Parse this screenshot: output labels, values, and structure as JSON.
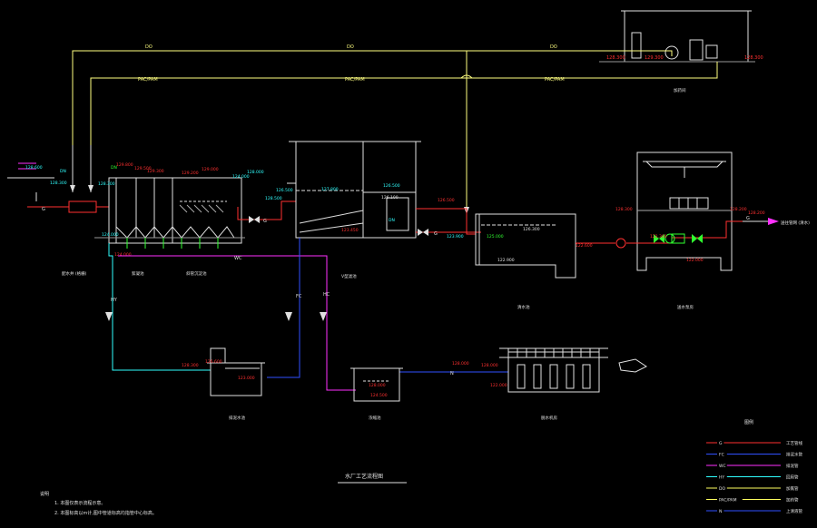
{
  "drawing": {
    "title": "水厂工艺流程图",
    "pipe_labels": {
      "do_top_left": "DO",
      "do_top_mid": "DO",
      "do_top_right": "DO",
      "pac_left": "PAC/PAM",
      "pac_mid": "PAC/PAM",
      "pac_right": "PAC/PAM",
      "g_inlet": "G",
      "g_mid1": "G",
      "g_mid2": "G",
      "g_out": "G",
      "wc": "WC",
      "hy": "HY",
      "fc": "FC",
      "hc": "HC",
      "n": "N"
    },
    "outlet_text": "送往管网 (清水)",
    "structure_labels": {
      "grid_well": "配水井 (格栅)",
      "floc_tank": "絮凝池",
      "sed_tank": "斜管沉淀池",
      "filter": "V型滤池",
      "clear_well": "清水池",
      "pump_house": "送水泵房",
      "dosing_room": "加药间",
      "sludge_pool": "排泥水池",
      "thickener": "浓缩池",
      "dewater": "脱水机房"
    },
    "notes_title": "说明",
    "notes": [
      "1. 本图仅表示流程示意。",
      "2. 本图标高以m计,图中管道标高均指管中心标高。"
    ],
    "legend_title": "图例",
    "legend": [
      {
        "code": "G",
        "name": "工艺管线",
        "color": "#ff3030"
      },
      {
        "code": "FC",
        "name": "排泥水管",
        "color": "#3050ff"
      },
      {
        "code": "WC",
        "name": "排泥管",
        "color": "#ff30ff"
      },
      {
        "code": "HY",
        "name": "回用管",
        "color": "#30ffff"
      },
      {
        "code": "DO",
        "name": "加氯管",
        "color": "#ffff60"
      },
      {
        "code": "PAC/PAM",
        "name": "加药管",
        "color": "#ffff60"
      },
      {
        "code": "N",
        "name": "上清液管",
        "color": "#3050ff"
      }
    ]
  }
}
